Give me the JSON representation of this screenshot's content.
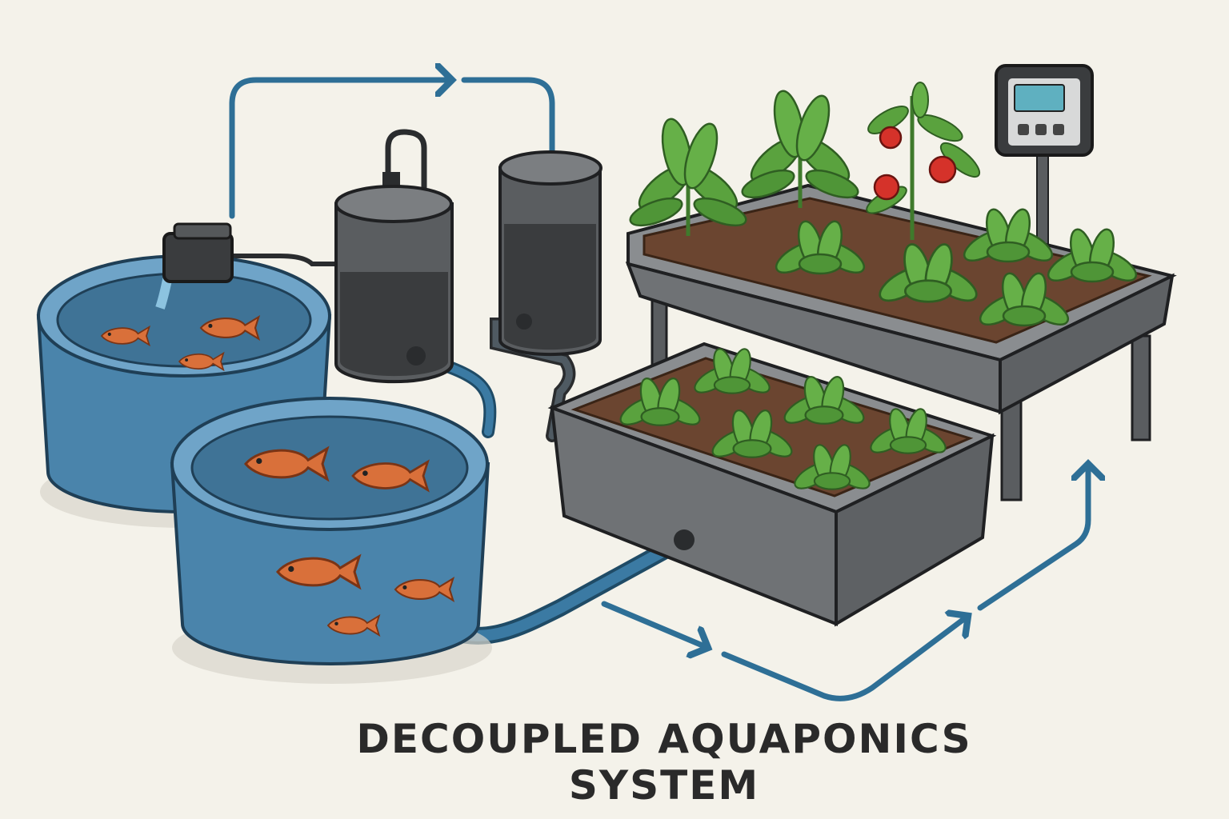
{
  "title": "DECOUPLED AQUAPONICS SYSTEM",
  "colors": {
    "background": "#f4f2ea",
    "flow_arrow": "#2e6f96",
    "tank": "#4a84ab",
    "water": "#3f7396",
    "fish": "#d9703a",
    "filter": "#5a5d60",
    "grow_bed": "#6f7275",
    "soil": "#6b4530",
    "plant": "#5aa23e",
    "tomato": "#d5322a",
    "controller_screen": "#5fb0c0"
  },
  "icons": [
    "fish-tank",
    "water-pump",
    "biofilter",
    "grow-bed",
    "plant",
    "tomato-plant",
    "controller",
    "flow-arrow"
  ]
}
